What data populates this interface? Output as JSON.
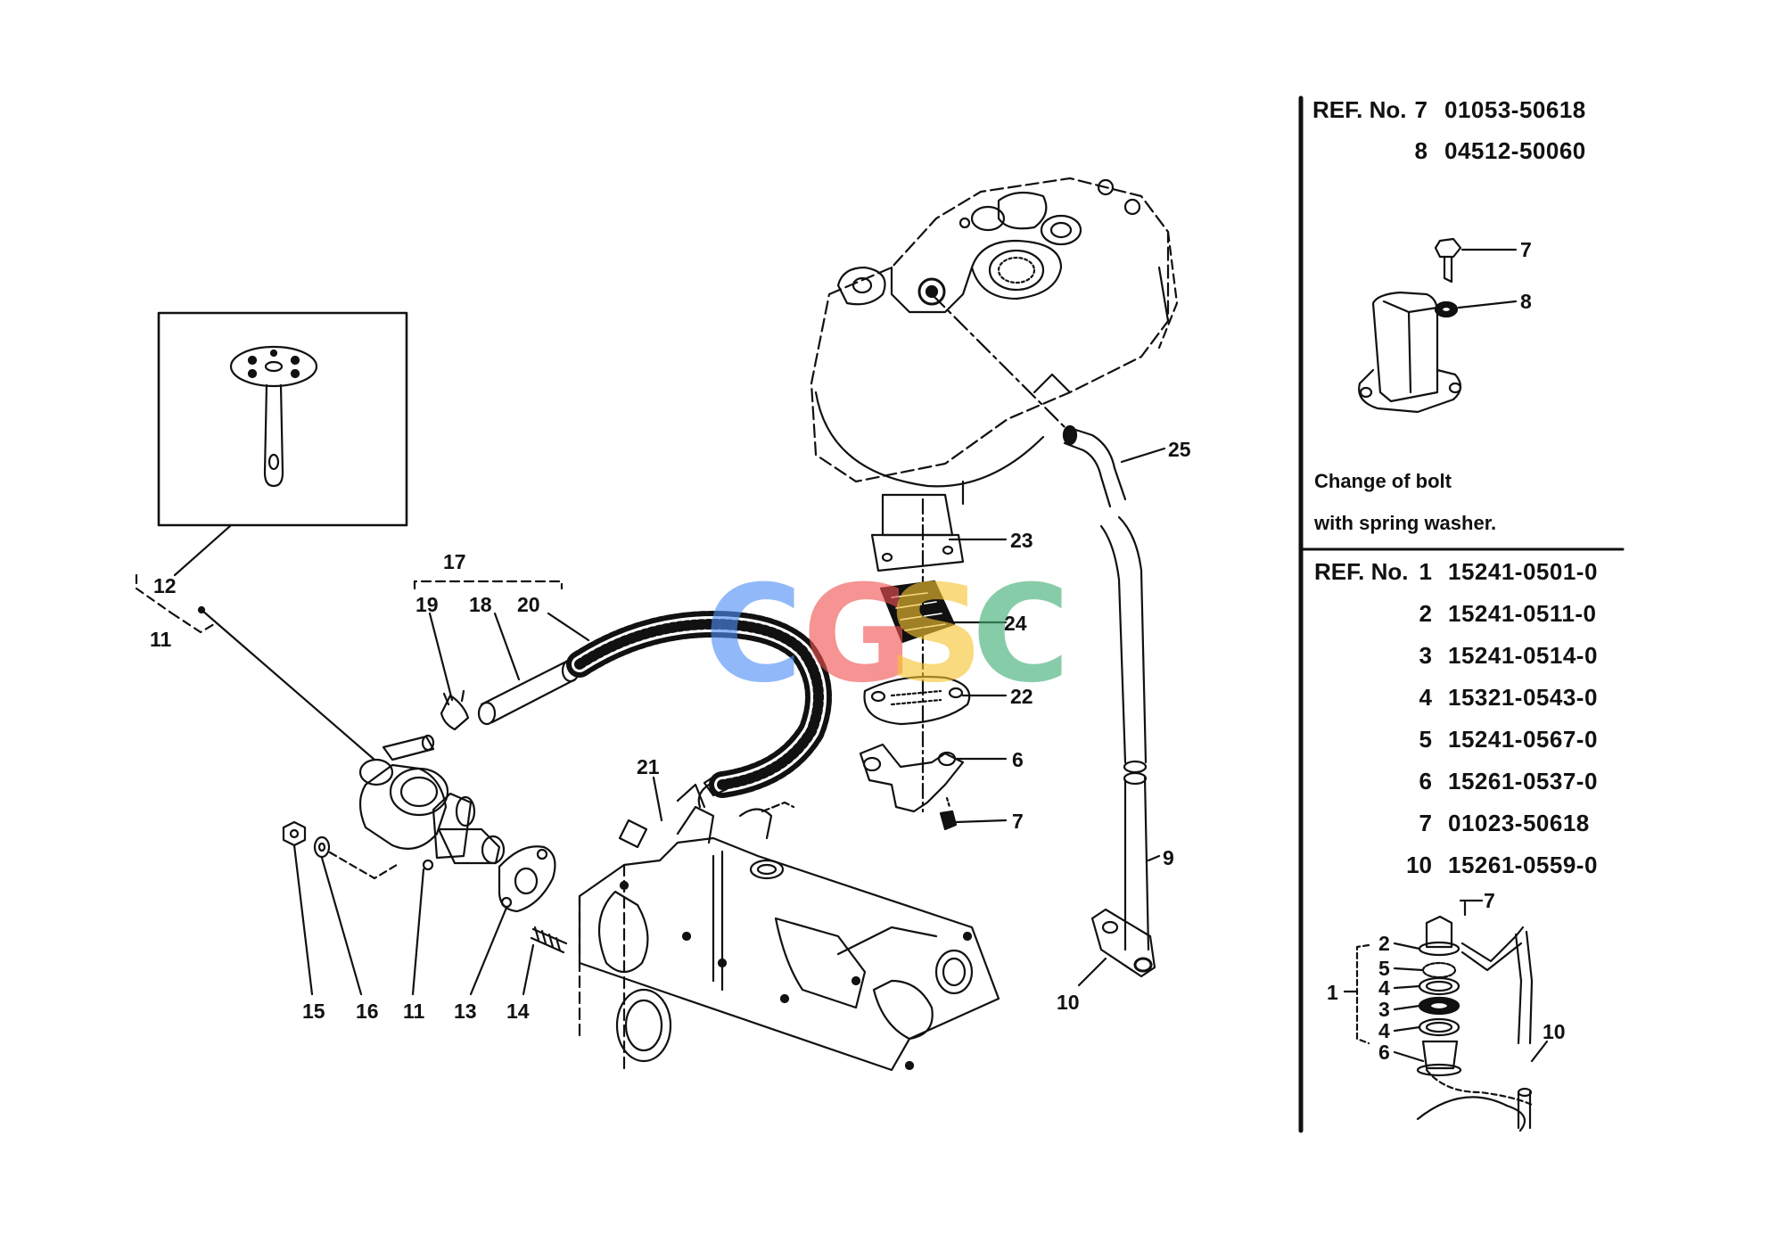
{
  "watermark": {
    "letters": [
      {
        "char": "C",
        "color": "#4f8ff7"
      },
      {
        "char": "G",
        "color": "#ef5350"
      },
      {
        "char": "S",
        "color": "#f7c531"
      },
      {
        "char": "C",
        "color": "#3fae74"
      }
    ]
  },
  "callouts": {
    "c1": "1",
    "c2": "2",
    "c3": "3",
    "c4a": "4",
    "c4b": "4",
    "c5": "5",
    "c6": "6",
    "c7a": "7",
    "c7b": "7",
    "c7c": "7",
    "c8": "8",
    "c9": "9",
    "c10a": "10",
    "c10b": "10",
    "c11a": "11",
    "c11b": "11",
    "c12": "12",
    "c13": "13",
    "c14": "14",
    "c15": "15",
    "c16": "16",
    "c17": "17",
    "c18": "18",
    "c19": "19",
    "c20": "20",
    "c21": "21",
    "c22": "22",
    "c23": "23",
    "c24": "24",
    "c25": "25"
  },
  "ref_top": {
    "header": "REF. No.",
    "rows": [
      {
        "ref": "7",
        "part": "01053-50618"
      },
      {
        "ref": "8",
        "part": "04512-50060"
      }
    ],
    "note_line1": "Change of bolt",
    "note_line2": "with spring washer."
  },
  "ref_bottom": {
    "header": "REF. No.",
    "rows": [
      {
        "ref": "1",
        "part": "15241-0501-0"
      },
      {
        "ref": "2",
        "part": "15241-0511-0"
      },
      {
        "ref": "3",
        "part": "15241-0514-0"
      },
      {
        "ref": "4",
        "part": "15321-0543-0"
      },
      {
        "ref": "5",
        "part": "15241-0567-0"
      },
      {
        "ref": "6",
        "part": "15261-0537-0"
      },
      {
        "ref": "7",
        "part": "01023-50618"
      },
      {
        "ref": "10",
        "part": "15261-0559-0"
      }
    ]
  }
}
